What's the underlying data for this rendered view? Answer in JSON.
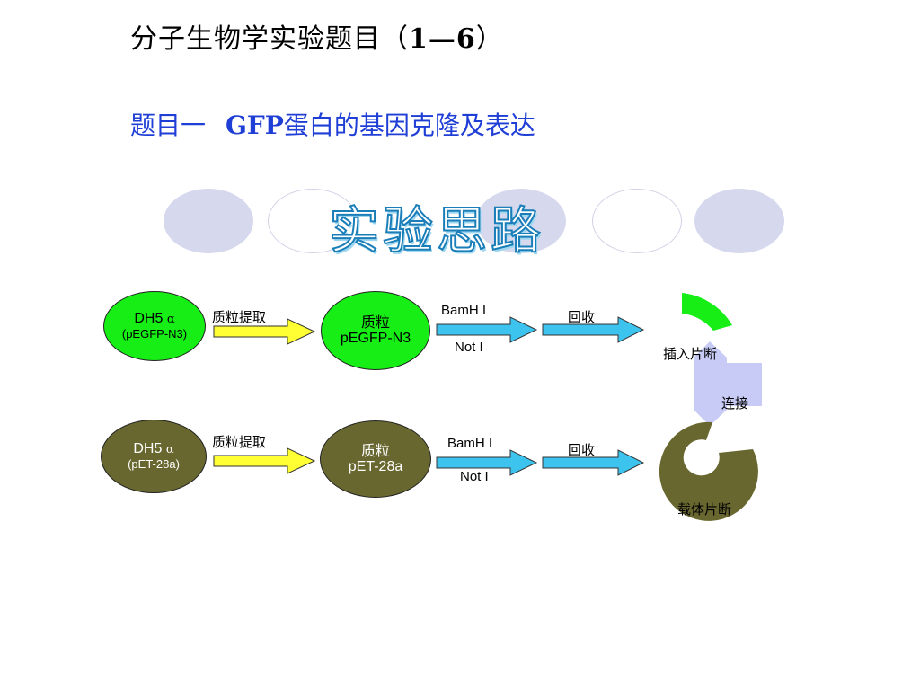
{
  "title": {
    "main": "分子生物学实验题目（",
    "num": "1—6",
    "close": "）"
  },
  "subtitle": {
    "prefix": "题目一",
    "gfp": "GFP",
    "rest": "蛋白的基因克隆及表达"
  },
  "banner": "实验思路",
  "colors": {
    "green_node": "#16ee16",
    "olive_node": "#68672f",
    "yellow_arrow": "#ffff33",
    "blue_arrow": "#3cc3ee",
    "subtitle_blue": "#1f3ed6",
    "connector": "#c7cbf6"
  },
  "row1": {
    "source_line1": "DH5",
    "source_alpha": "α",
    "source_line2": "(pEGFP-N3)",
    "extract_label": "质粒提取",
    "plasmid_line1": "质粒",
    "plasmid_line2": "pEGFP-N3",
    "enzyme1": "BamH I",
    "enzyme2": "Not I",
    "recover_label": "回收",
    "fragment_label": "插入片断"
  },
  "row2": {
    "source_line1": "DH5",
    "source_alpha": "α",
    "source_line2": "(pET-28a)",
    "extract_label": "质粒提取",
    "plasmid_line1": "质粒",
    "plasmid_line2": "pET-28a",
    "enzyme1": "BamH I",
    "enzyme2": "Not I",
    "recover_label": "回收",
    "fragment_label": "载体片断"
  },
  "ligation_label": "连接"
}
